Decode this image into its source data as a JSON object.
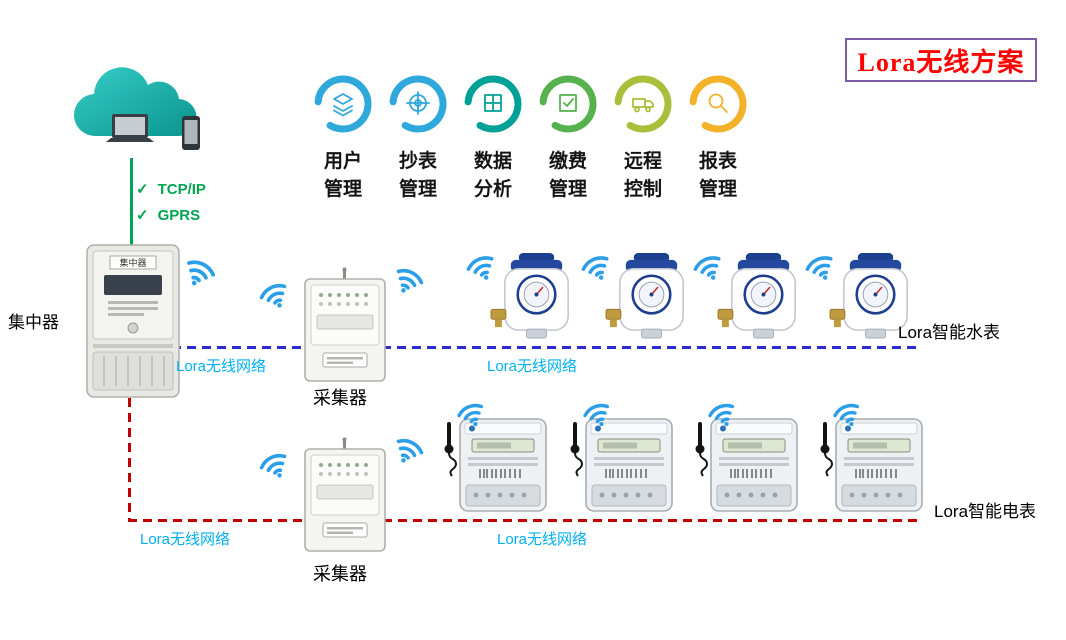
{
  "title": {
    "text": "Lora无线方案"
  },
  "cloud": {
    "check_mark": "✓",
    "protocols": [
      "TCP/IP",
      "GPRS"
    ]
  },
  "functions": {
    "items": [
      {
        "line1": "用户",
        "line2": "管理",
        "color": "#2fa8dc",
        "icon": "layers-icon"
      },
      {
        "line1": "抄表",
        "line2": "管理",
        "color": "#2fa8dc",
        "icon": "meter-dial-icon"
      },
      {
        "line1": "数据",
        "line2": "分析",
        "color": "#00a297",
        "icon": "data-grid-icon"
      },
      {
        "line1": "缴费",
        "line2": "管理",
        "color": "#55b24f",
        "icon": "payment-check-icon"
      },
      {
        "line1": "远程",
        "line2": "控制",
        "color": "#a9bf3a",
        "icon": "truck-icon"
      },
      {
        "line1": "报表",
        "line2": "管理",
        "color": "#f2b32a",
        "icon": "search-icon"
      }
    ]
  },
  "labels": {
    "concentrator": "集中器",
    "concentrator_plate": "集中器",
    "collector_top": "采集器",
    "collector_bottom": "采集器",
    "water_meters": "Lora智能水表",
    "electric_meters": "Lora智能电表"
  },
  "network": {
    "top_left": "Lora无线网络",
    "top_mid": "Lora无线网络",
    "bottom_left": "Lora无线网络",
    "bottom_mid": "Lora无线网络"
  },
  "colors": {
    "title_text": "#ff0000",
    "title_border": "#7b5ba6",
    "protocol_green": "#00a651",
    "network_label": "#00b0f0",
    "blue_link": "#2b2bd0",
    "red_link": "#c00000",
    "wifi_blue": "#2b9fe8"
  }
}
